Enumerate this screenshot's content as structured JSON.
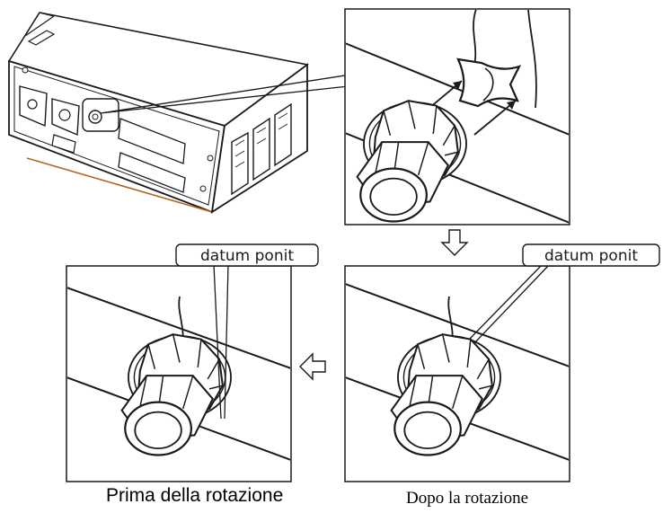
{
  "labels": {
    "datum_left": "datum ponit",
    "datum_right": "datum ponit"
  },
  "captions": {
    "before": "Prima della rotazione",
    "after": "Dopo la rotazione"
  },
  "colors": {
    "line": "#1a1a1a",
    "accent_edge": "#b5651d"
  }
}
